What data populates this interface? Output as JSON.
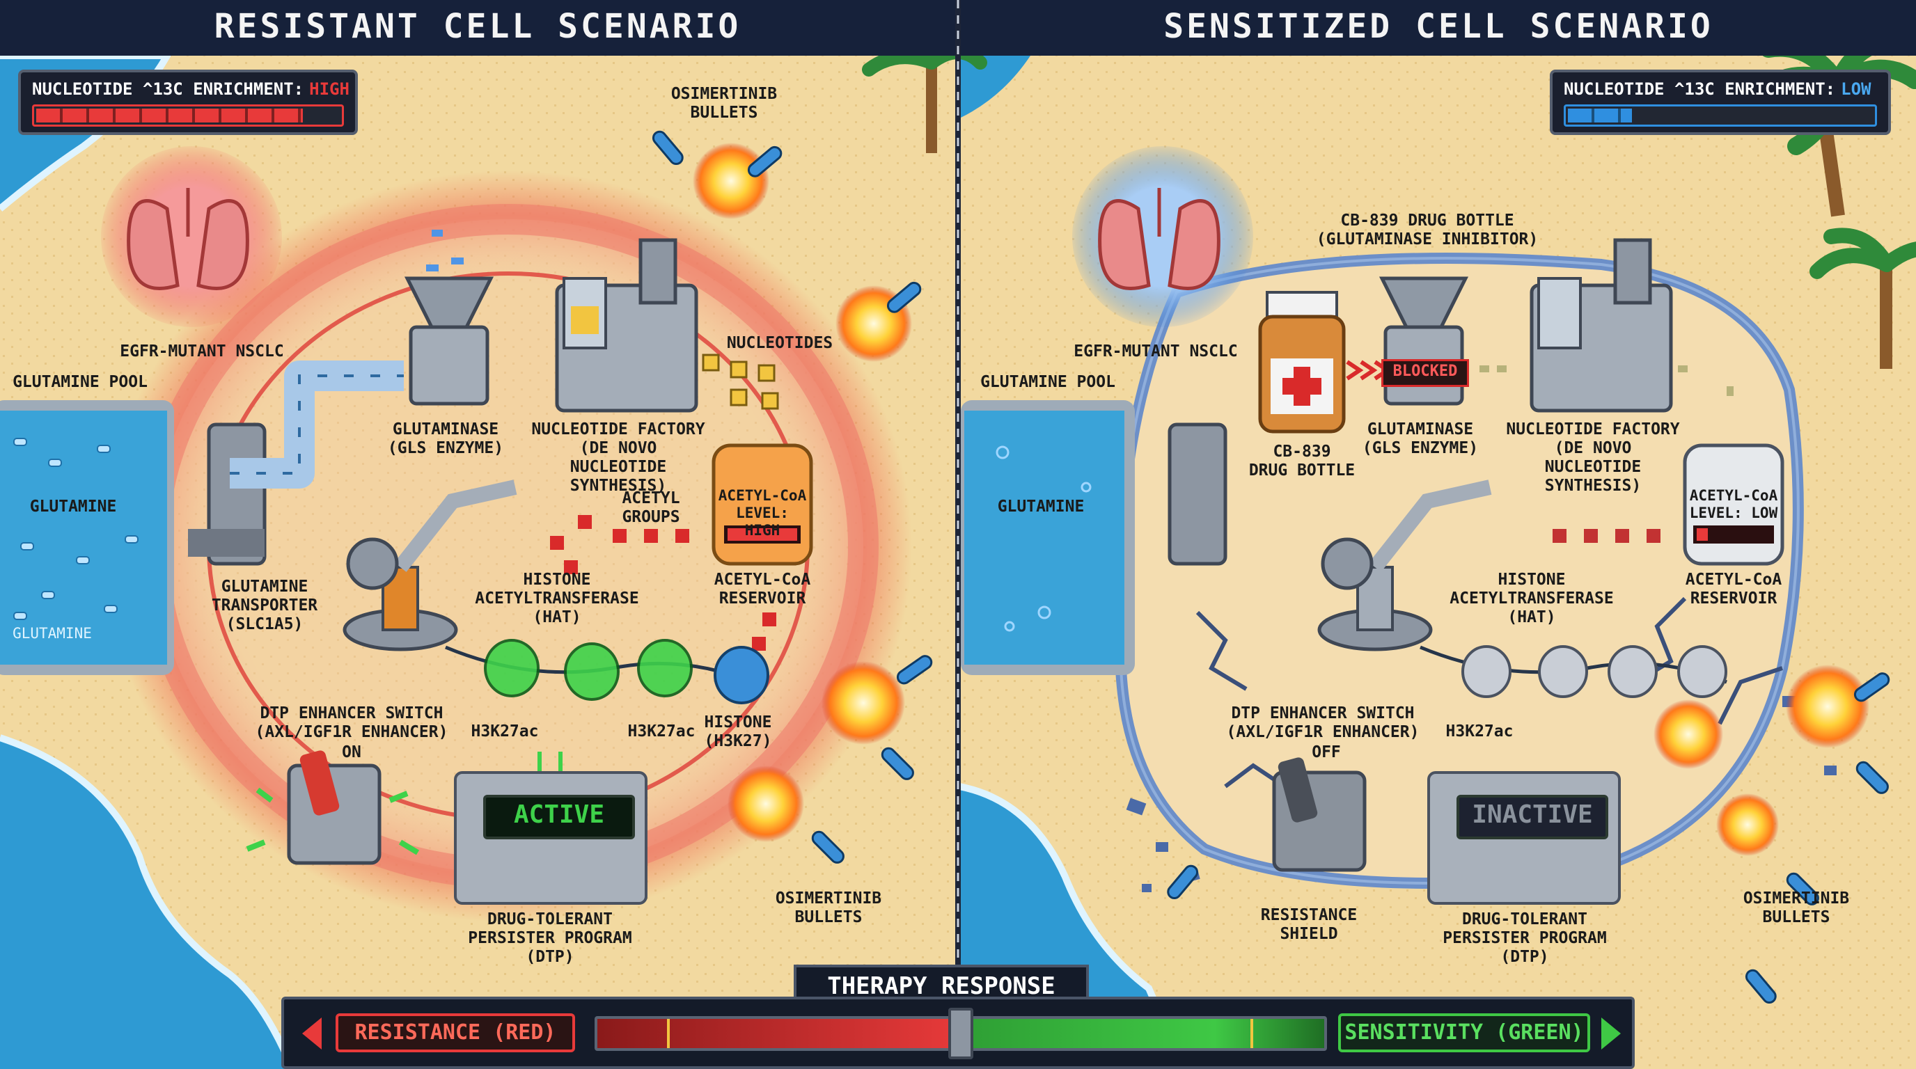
{
  "left": {
    "header": "RESISTANT CELL SCENARIO",
    "enrichment": {
      "label": "NUCLEOTIDE ^13C ENRICHMENT:",
      "value": "HIGH",
      "level": 0.88,
      "color": "#e83a3a"
    },
    "bullets_label": "OSIMERTINIB\nBULLETS",
    "bullets_label_bottom": "OSIMERTINIB\nBULLETS",
    "lung_label": "EGFR-MUTANT NSCLC",
    "pool_label": "GLUTAMINE POOL",
    "glutamine_label": "GLUTAMINE",
    "glutamine_water": "GLUTAMINE",
    "transporter": "GLUTAMINE\nTRANSPORTER\n(SLC1A5)",
    "glutaminase": "GLUTAMINASE\n(GLS ENZYME)",
    "factory": "NUCLEOTIDE FACTORY\n(DE NOVO NUCLEOTIDE\nSYNTHESIS)",
    "nucleotides": "NUCLEOTIDES",
    "acetyl_groups": "ACETYL\nGROUPS",
    "acetyl_level": "ACETYL-CoA\nLEVEL: HIGH",
    "reservoir": "ACETYL-CoA\nRESERVOIR",
    "hat": "HISTONE\nACETYLTRANSFERASE\n(HAT)",
    "h3k27ac_1": "H3K27ac",
    "h3k27ac_2": "H3K27ac",
    "histone": "HISTONE\n(H3K27)",
    "switch_label": "DTP ENHANCER SWITCH\n(AXL/IGF1R ENHANCER)",
    "switch_state": "ON",
    "monitor_screen": "ACTIVE",
    "dtp": "DRUG-TOLERANT\nPERSISTER PROGRAM\n(DTP)"
  },
  "right": {
    "header": "SENSITIZED CELL SCENARIO",
    "enrichment": {
      "label": "NUCLEOTIDE ^13C ENRICHMENT:",
      "value": "LOW",
      "level": 0.22,
      "color": "#2f8fe0"
    },
    "drug_bottle_top": "CB-839 DRUG BOTTLE\n(GLUTAMINASE INHIBITOR)",
    "lung_label": "EGFR-MUTANT NSCLC",
    "pool_label": "GLUTAMINE POOL",
    "glutamine_label": "GLUTAMINE",
    "bottle_label": "CB-839\nDRUG BOTTLE",
    "blocked": "BLOCKED",
    "glutaminase": "GLUTAMINASE\n(GLS ENZYME)",
    "factory": "NUCLEOTIDE FACTORY\n(DE NOVO NUCLEOTIDE\nSYNTHESIS)",
    "acetyl_level": "ACETYL-CoA\nLEVEL: LOW",
    "reservoir": "ACETYL-CoA\nRESERVOIR",
    "hat": "HISTONE\nACETYLTRANSFERASE\n(HAT)",
    "h3k27ac": "H3K27ac",
    "switch_label": "DTP ENHANCER SWITCH\n(AXL/IGF1R ENHANCER)",
    "switch_state": "OFF",
    "monitor_screen": "INACTIVE",
    "dtp": "DRUG-TOLERANT\nPERSISTER PROGRAM\n(DTP)",
    "shield": "RESISTANCE\nSHIELD",
    "bullets_label": "OSIMERTINIB\nBULLETS"
  },
  "therapy": {
    "title": "THERAPY RESPONSE",
    "resistance": "RESISTANCE (RED)",
    "sensitivity": "SENSITIVITY (GREEN)",
    "slider_value": 0.5
  },
  "colors": {
    "resist": "#e83a3a",
    "sensitive": "#3fc845",
    "water": "#3aa3d8",
    "sand": "#f2d9a0"
  }
}
